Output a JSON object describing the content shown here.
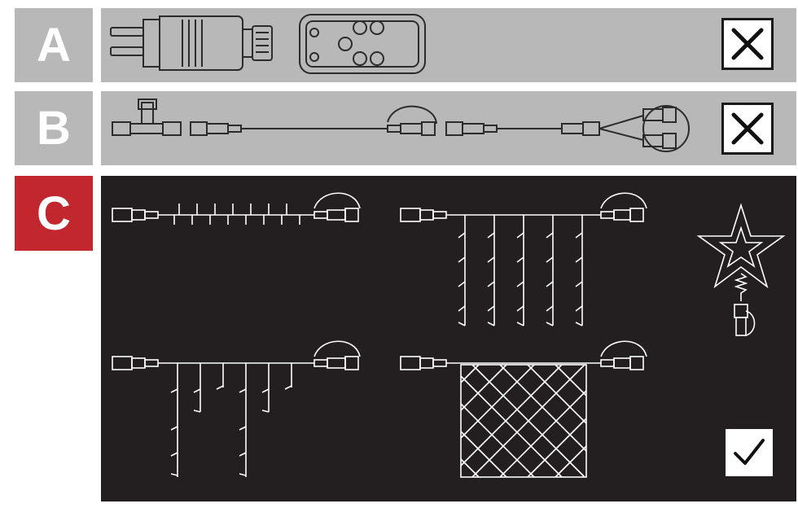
{
  "rows": [
    {
      "letter": "A",
      "status": "incompatible",
      "status_icon": "cross-icon"
    },
    {
      "letter": "B",
      "status": "incompatible",
      "status_icon": "cross-icon"
    },
    {
      "letter": "C",
      "status": "compatible",
      "status_icon": "check-icon"
    }
  ],
  "colors": {
    "gray_row": "#b9b8b8",
    "active_badge": "#c1272d",
    "dark_panel": "#231f20",
    "line_art": "#ffffff",
    "outline_art": "#2b2b2b"
  }
}
